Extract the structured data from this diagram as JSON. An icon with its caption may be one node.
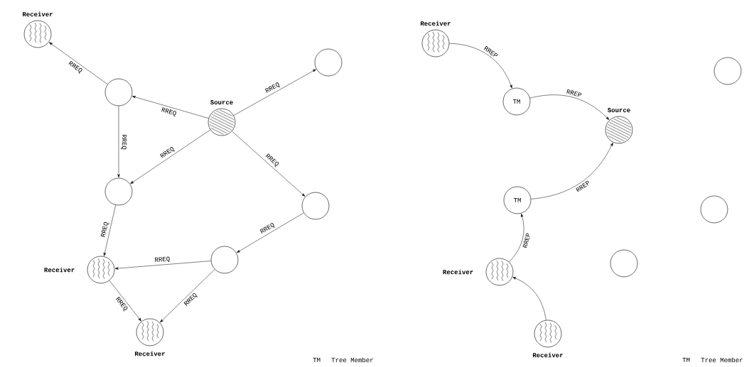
{
  "diagram": {
    "nodes": [
      {
        "text": [
          "Receiver"
        ]
      },
      {
        "text": [],
        "shape": "circle"
      },
      {
        "text": [
          "Source"
        ]
      },
      {
        "text": [],
        "shape": "circle"
      },
      {
        "text": [],
        "shape": "circle"
      },
      {
        "text": [],
        "shape": "circle"
      },
      {
        "text": [],
        "shape": "circle"
      },
      {
        "text": [
          "Receiver"
        ]
      },
      {
        "text": [
          "Receiver"
        ]
      },
      {
        "text": [
          "Receiver"
        ]
      },
      {
        "text": [
          "TM"
        ]
      },
      {
        "text": [
          "Source"
        ]
      },
      {
        "text": [],
        "shape": "circle"
      },
      {
        "text": [
          "TM"
        ]
      },
      {
        "text": [],
        "shape": "circle"
      },
      {
        "text": [],
        "shape": "circle"
      },
      {
        "text": [
          "Receiver"
        ]
      },
      {
        "text": [
          "Receiver"
        ]
      }
    ],
    "edges": [
      {
        "from": 1,
        "to": 0,
        "arrow": "to",
        "label": "RREQ"
      },
      {
        "from": 2,
        "to": 1,
        "arrow": "to",
        "label": "RREQ"
      },
      {
        "from": 2,
        "to": 3,
        "arrow": "to",
        "label": "RREQ"
      },
      {
        "from": 2,
        "to": 4,
        "arrow": "to",
        "label": "RREQ"
      },
      {
        "from": 1,
        "to": 4,
        "arrow": "to",
        "label": "RREQ"
      },
      {
        "from": 2,
        "to": 5,
        "arrow": "to",
        "label": "RREQ"
      },
      {
        "from": 4,
        "to": 7,
        "arrow": "to",
        "label": "RREQ"
      },
      {
        "from": 5,
        "to": 6,
        "arrow": "to",
        "label": "RREQ"
      },
      {
        "from": 6,
        "to": 7,
        "arrow": "to",
        "label": "RREQ"
      },
      {
        "from": 6,
        "to": 8,
        "arrow": "to",
        "label": "RREQ"
      },
      {
        "from": 7,
        "to": 8,
        "arrow": "to",
        "label": "RREQ"
      },
      {
        "from": 9,
        "to": 10,
        "arrow": "to",
        "label": "RREP"
      },
      {
        "from": 10,
        "to": 11,
        "arrow": "to",
        "label": "RREP"
      },
      {
        "from": 13,
        "to": 11,
        "arrow": "to",
        "label": "RREP"
      },
      {
        "from": 16,
        "to": 13,
        "arrow": "to",
        "label": "RREP"
      },
      {
        "from": 17,
        "to": 16,
        "arrow": "to"
      }
    ],
    "labels": [
      "TM",
      "Tree Member",
      "TM",
      "Tree Member"
    ]
  }
}
